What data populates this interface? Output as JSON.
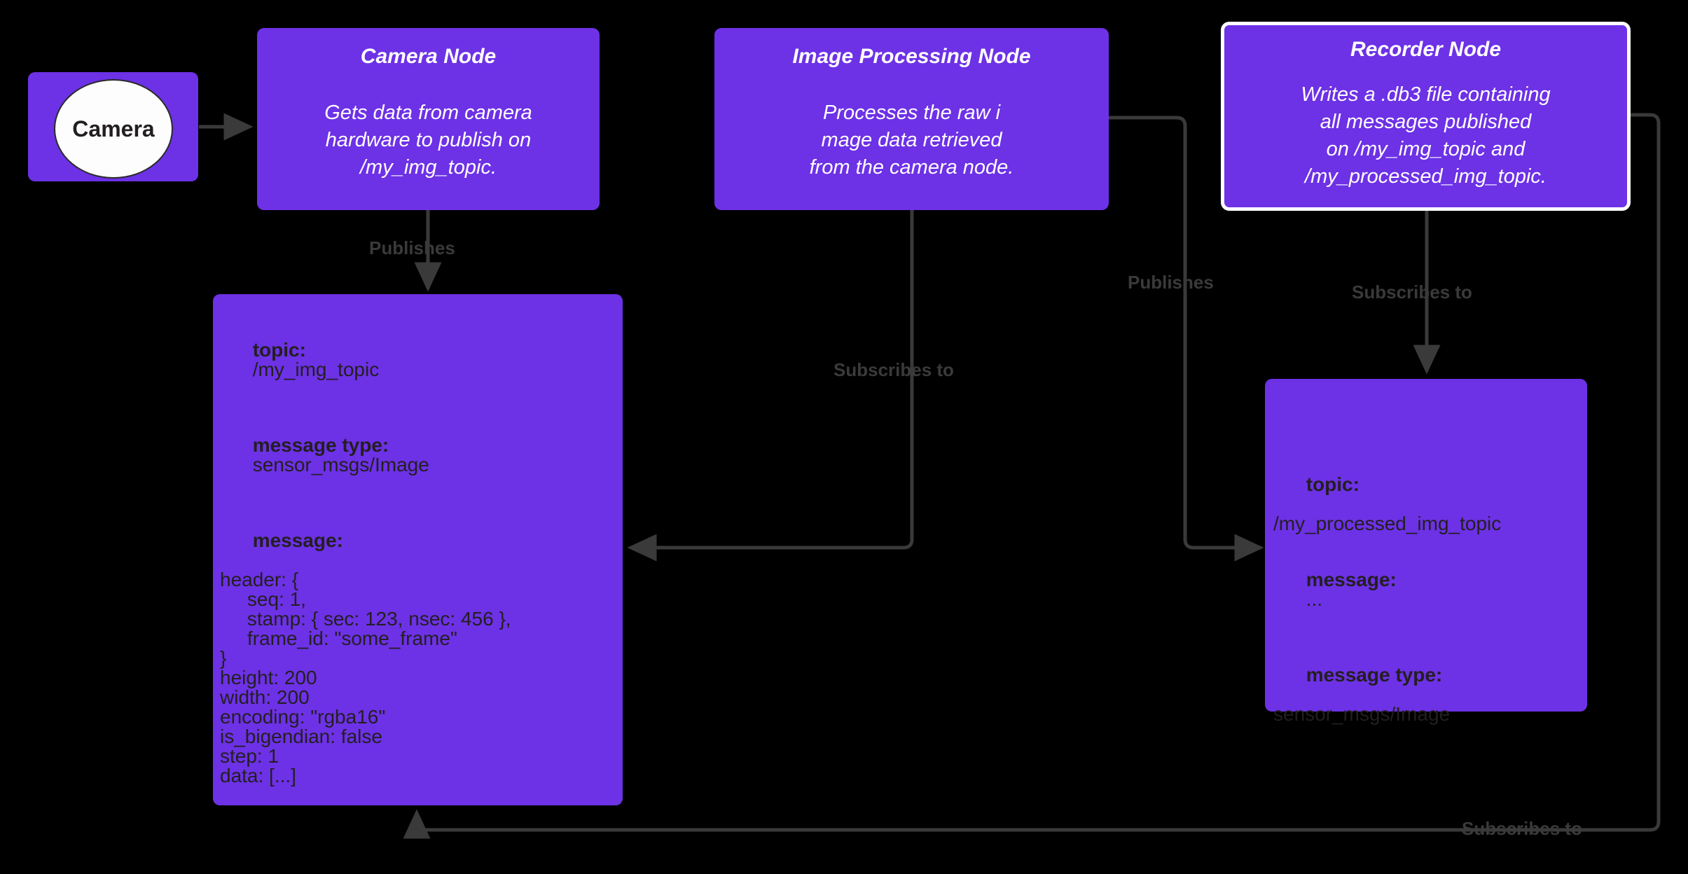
{
  "theme": {
    "background": "#000000",
    "node_fill": "#6d31e6",
    "node_text": "#ffffff",
    "topic_text": "#231f20",
    "edge_color": "#3a3a3a",
    "selected_border": "#ffffff",
    "circle_fill": "#fdfdfd"
  },
  "nodes": {
    "camera_source": {
      "label": "Camera"
    },
    "camera_node": {
      "title": "Camera Node",
      "description": "Gets data from camera\nhardware to publish on\n/my_img_topic."
    },
    "image_processing_node": {
      "title": "Image Processing Node",
      "description": "Processes the raw i\nmage data retrieved\nfrom the camera node."
    },
    "recorder_node": {
      "title": "Recorder Node",
      "description": "Writes a .db3 file containing\nall messages published\non /my_img_topic and\n/my_processed_img_topic.",
      "selected": true
    }
  },
  "topics": {
    "img_topic": {
      "topic_label": "topic:",
      "topic_value": "/my_img_topic",
      "message_type_label": "message type:",
      "message_type_value": "sensor_msgs/Image",
      "message_label": "message:",
      "message_lines": [
        "header: {",
        "     seq: 1,",
        "     stamp: { sec: 123, nsec: 456 },",
        "     frame_id: \"some_frame\"",
        "}",
        "height: 200",
        "width: 200",
        "encoding: \"rgba16\"",
        "is_bigendian: false",
        "step: 1",
        "data: [...]"
      ]
    },
    "processed_img_topic": {
      "topic_label": "topic:",
      "topic_value": "/my_processed_img_topic",
      "message_label": "message:",
      "message_value": "...",
      "message_type_label": "message type:",
      "message_type_value": "sensor_msgs/Image"
    }
  },
  "edges": {
    "camera_to_camera_node": "",
    "camera_node_publishes": "Publishes",
    "image_processing_subscribes": "Subscribes to",
    "image_processing_publishes": "Publishes",
    "recorder_subscribes_processed": "Subscribes to",
    "recorder_subscribes_img": "Subscribes to"
  }
}
